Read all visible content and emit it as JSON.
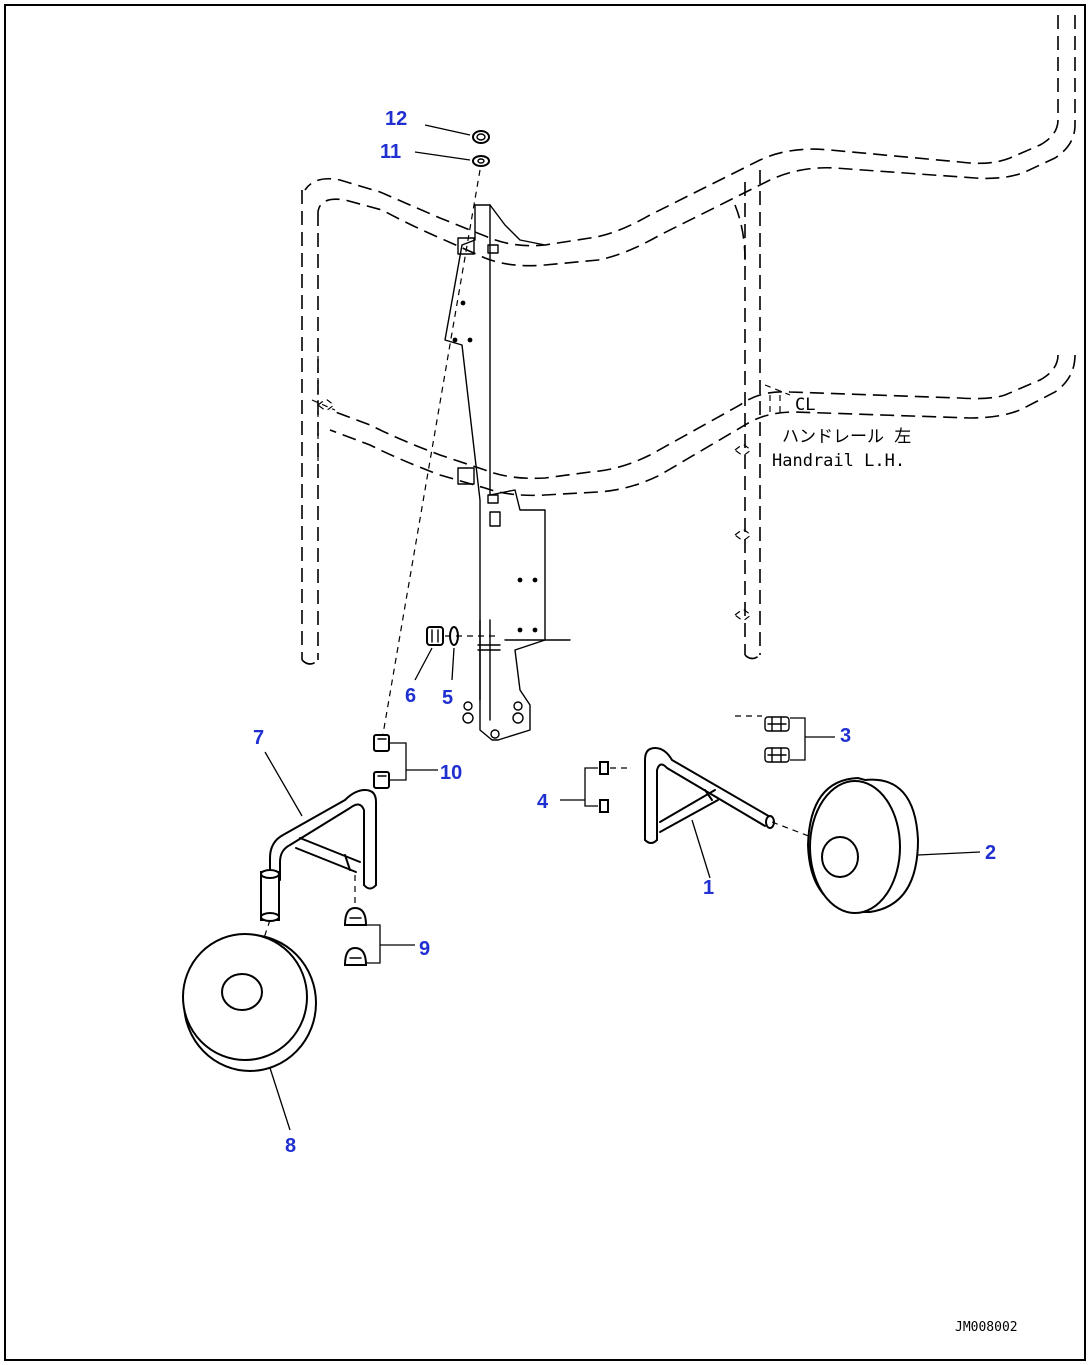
{
  "diagram": {
    "labels": {
      "p1": "1",
      "p2": "2",
      "p3": "3",
      "p4": "4",
      "p5": "5",
      "p6": "6",
      "p7": "7",
      "p8": "8",
      "p9": "9",
      "p10": "10",
      "p11": "11",
      "p12": "12"
    },
    "handrail_jp": "ハンドレール 左",
    "handrail_en": "Handrail L.H.",
    "cl_mark": "CL",
    "drawing_code": "JM008002",
    "colors": {
      "label": "#1f2fd0",
      "line": "#000000"
    }
  }
}
